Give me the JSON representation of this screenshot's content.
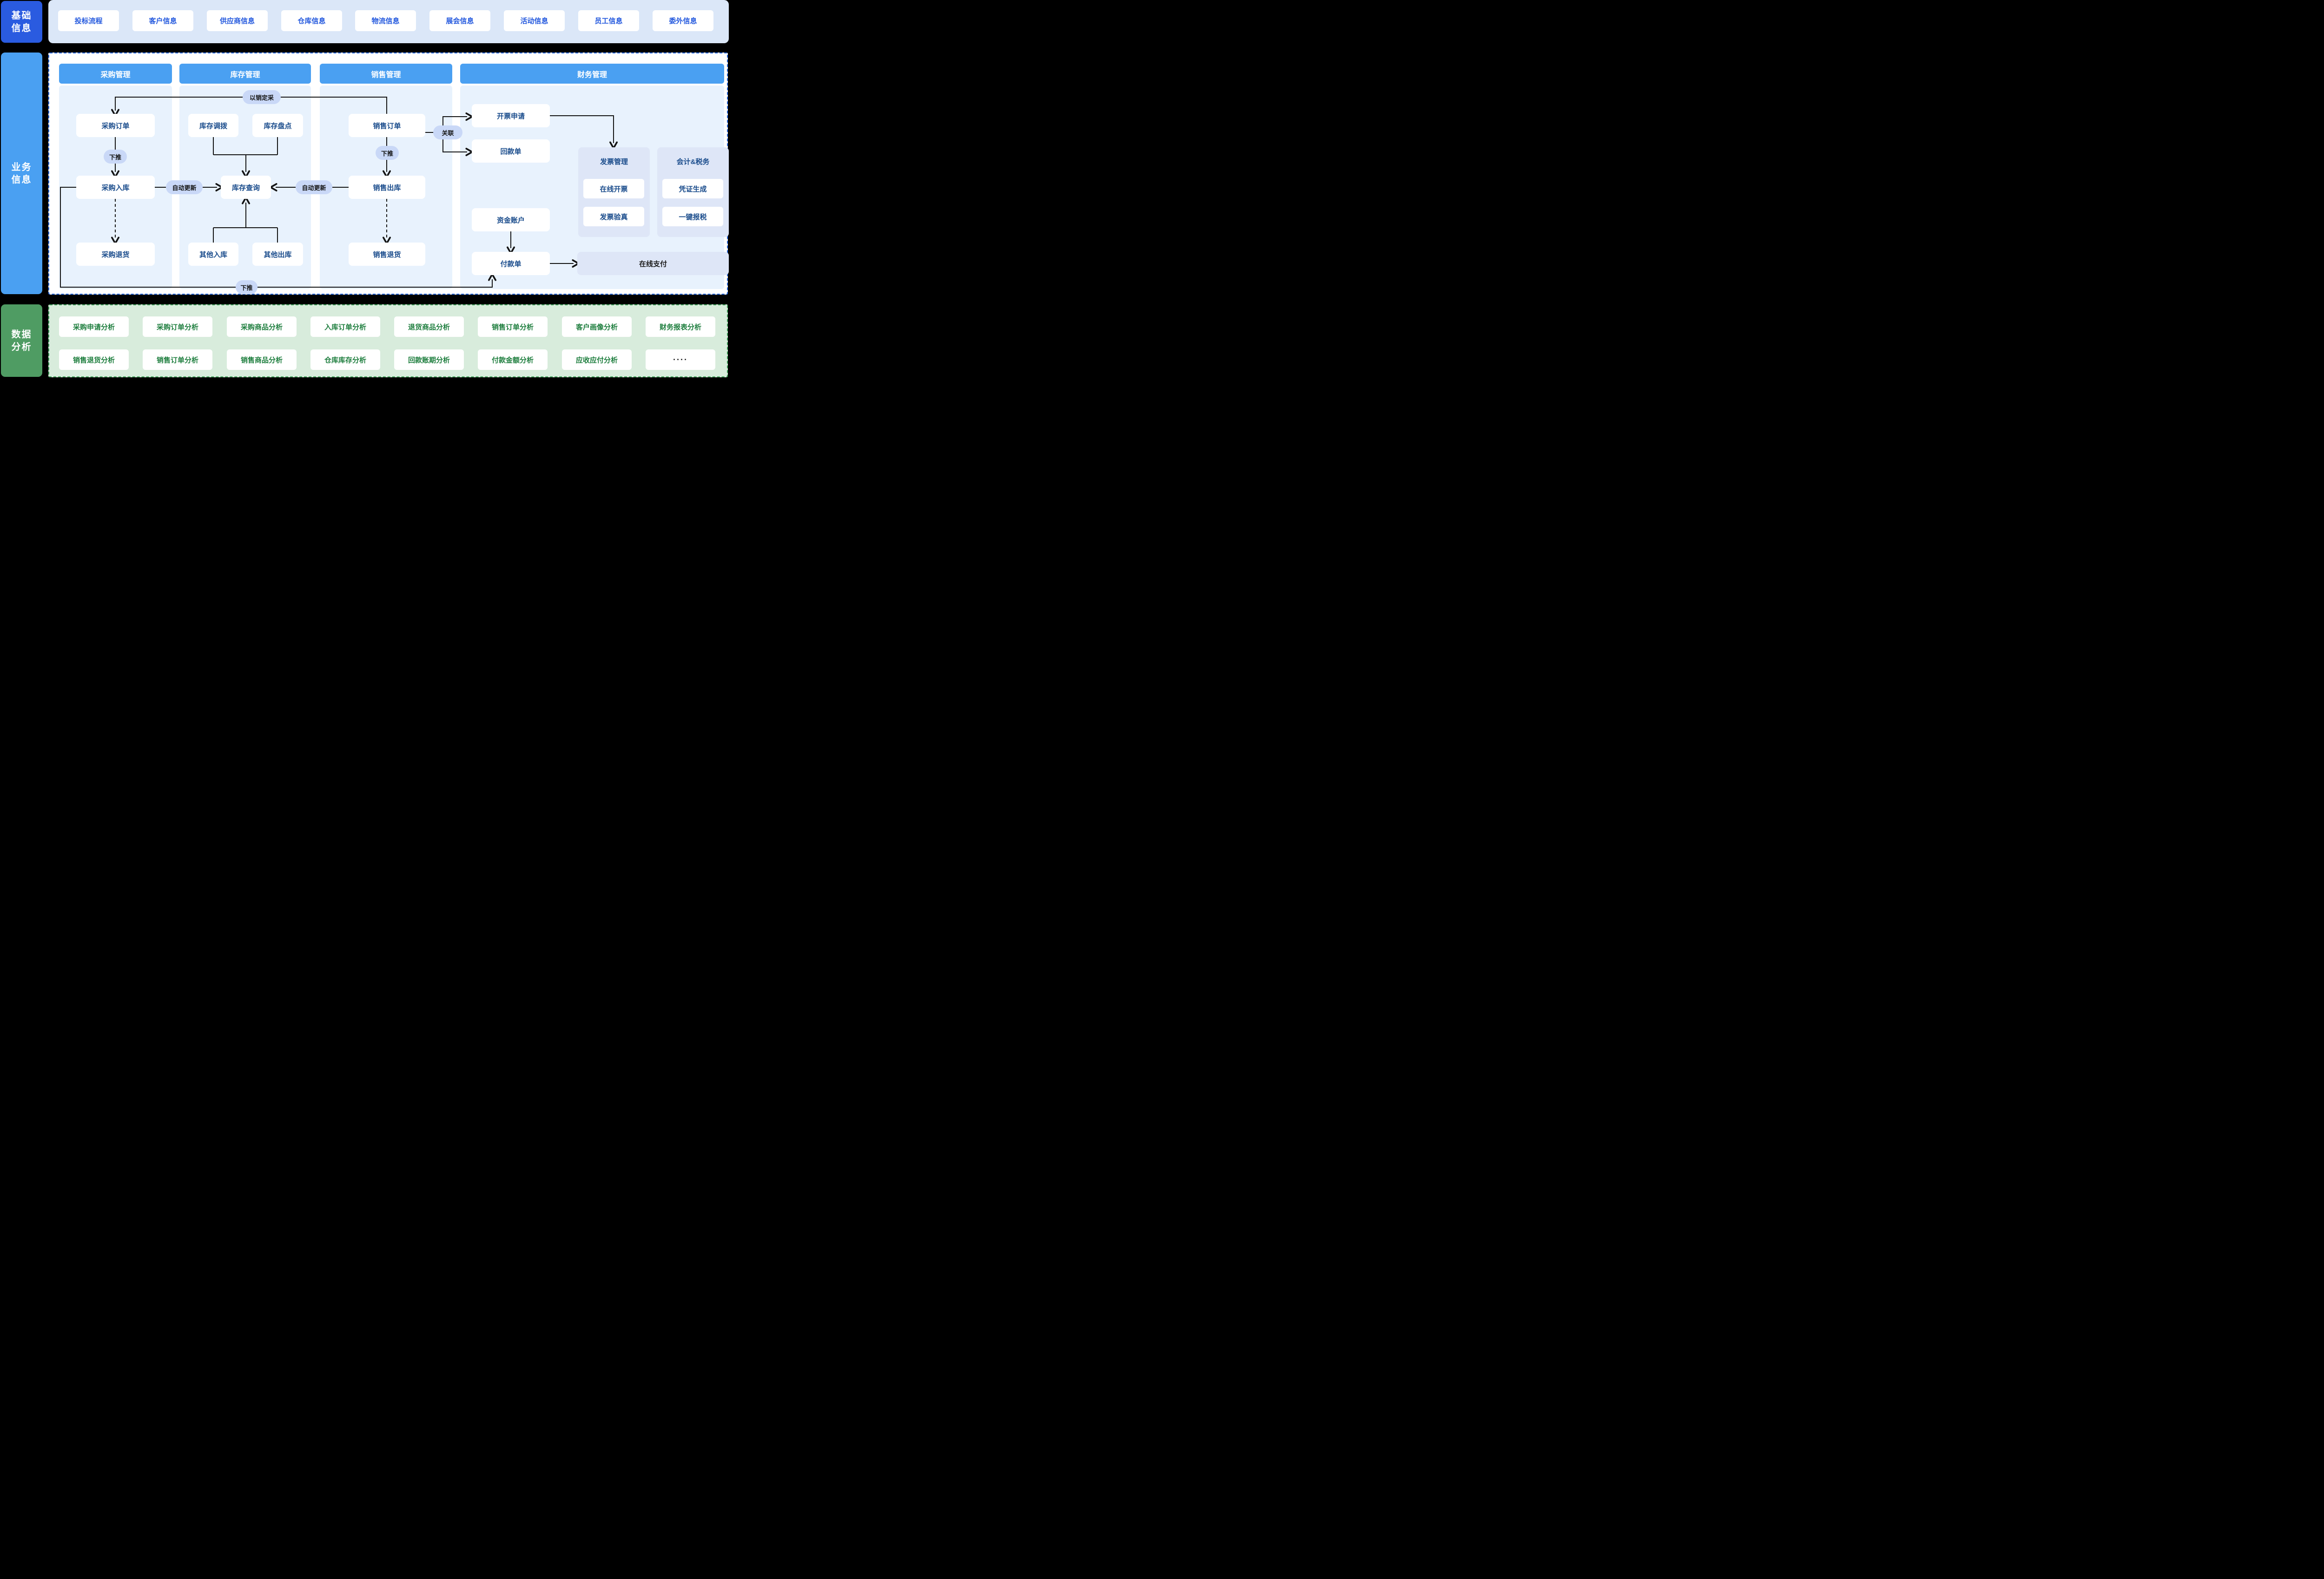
{
  "colors": {
    "page_background": "#000000",
    "base_sidebar_blue": "#2A5BE0",
    "business_sidebar_blue": "#4AA0F2",
    "column_header_blue": "#4AA0F2",
    "band1_background": "#DBE7F8",
    "column_body_blue": "#E8F2FD",
    "group_panel_blue": "#DEE6F7",
    "pill_blue": "#C9D8F7",
    "node_text_navy": "#1A4C8C",
    "button_text_blue": "#2459DE",
    "dashed_border_blue": "#2E6FE8",
    "analysis_sidebar_green": "#4F9C63",
    "analysis_background": "#D8ECDC",
    "dashed_border_green": "#41A35C",
    "analysis_text_green": "#1E7E3E",
    "connector_black": "#141414"
  },
  "base_info": {
    "label_lines": [
      "基础",
      "信息"
    ],
    "items": [
      "投标流程",
      "客户信息",
      "供应商信息",
      "仓库信息",
      "物流信息",
      "展会信息",
      "活动信息",
      "员工信息",
      "委外信息"
    ]
  },
  "business_info": {
    "label_lines": [
      "业务",
      "信息"
    ],
    "columns": {
      "purchase": "采购管理",
      "inventory": "库存管理",
      "sales": "销售管理",
      "finance": "财务管理"
    },
    "nodes": {
      "purchase_order": "采购订单",
      "purchase_inbound": "采购入库",
      "purchase_return": "采购退货",
      "inventory_transfer": "库存调拨",
      "inventory_count": "库存盘点",
      "inventory_query": "库存查询",
      "other_inbound": "其他入库",
      "other_outbound": "其他出库",
      "sales_order": "销售订单",
      "sales_outbound": "销售出库",
      "sales_return": "销售退货",
      "invoice_request": "开票申请",
      "receipt_doc": "回款单",
      "fund_account": "资金账户",
      "payment_doc": "付款单",
      "online_payment": "在线支付",
      "invoice_mgmt_title": "发票管理",
      "online_invoicing": "在线开票",
      "invoice_verify": "发票验真",
      "accounting_tax_title": "会计&税务",
      "voucher_gen": "凭证生成",
      "one_click_tax": "一键报税"
    },
    "pills": {
      "sales_driven_purchase": "以销定采",
      "push_down": "下推",
      "auto_update": "自动更新",
      "relate": "关联"
    }
  },
  "data_analysis": {
    "label_lines": [
      "数据",
      "分析"
    ],
    "row1": [
      "采购申请分析",
      "采购订单分析",
      "采购商品分析",
      "入库订单分析",
      "退货商品分析",
      "销售订单分析",
      "客户画像分析",
      "财务报表分析"
    ],
    "row2": [
      "销售退货分析",
      "销售订单分析",
      "销售商品分析",
      "仓库库存分析",
      "回款账期分析",
      "付款金额分析",
      "应收应付分析",
      "····"
    ]
  }
}
